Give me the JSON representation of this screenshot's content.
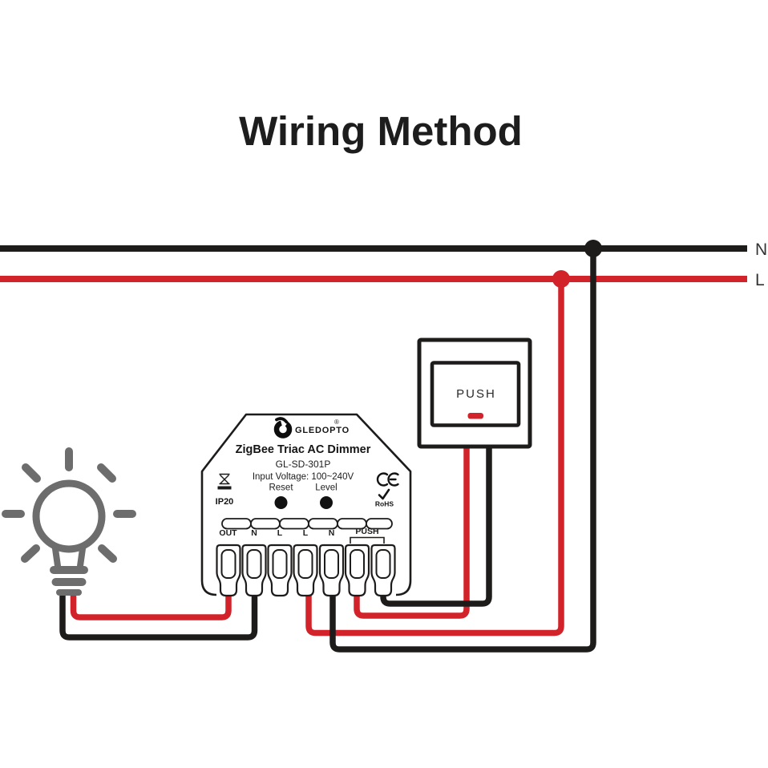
{
  "title": "Wiring Method",
  "mains": {
    "neutral_label": "N",
    "live_label": "L"
  },
  "push_switch": {
    "label": "PUSH"
  },
  "device": {
    "brand": "GLEDOPTO",
    "registered_mark": "®",
    "product_name": "ZigBee Triac AC Dimmer",
    "model": "GL-SD-301P",
    "input_voltage": "Input Voltage: 100~240V",
    "reset_label": "Reset",
    "level_label": "Level",
    "ip_rating": "IP20",
    "ce_mark": "CE",
    "rohs_label": "RoHS",
    "terminal_labels": [
      "OUT",
      "N",
      "L",
      "L",
      "N"
    ],
    "push_terminal_label": "PUSH"
  },
  "icons": {
    "bulb": "light-bulb-icon",
    "logo": "gledopto-logo-icon",
    "ip20_symbol": "dust-protection-icon",
    "rohs_check": "checkmark-icon",
    "ce": "ce-mark-icon"
  },
  "colors": {
    "wire_red": "#d2232a",
    "wire_black": "#1e1b1b",
    "bulb_gray": "#6d6d6d"
  }
}
